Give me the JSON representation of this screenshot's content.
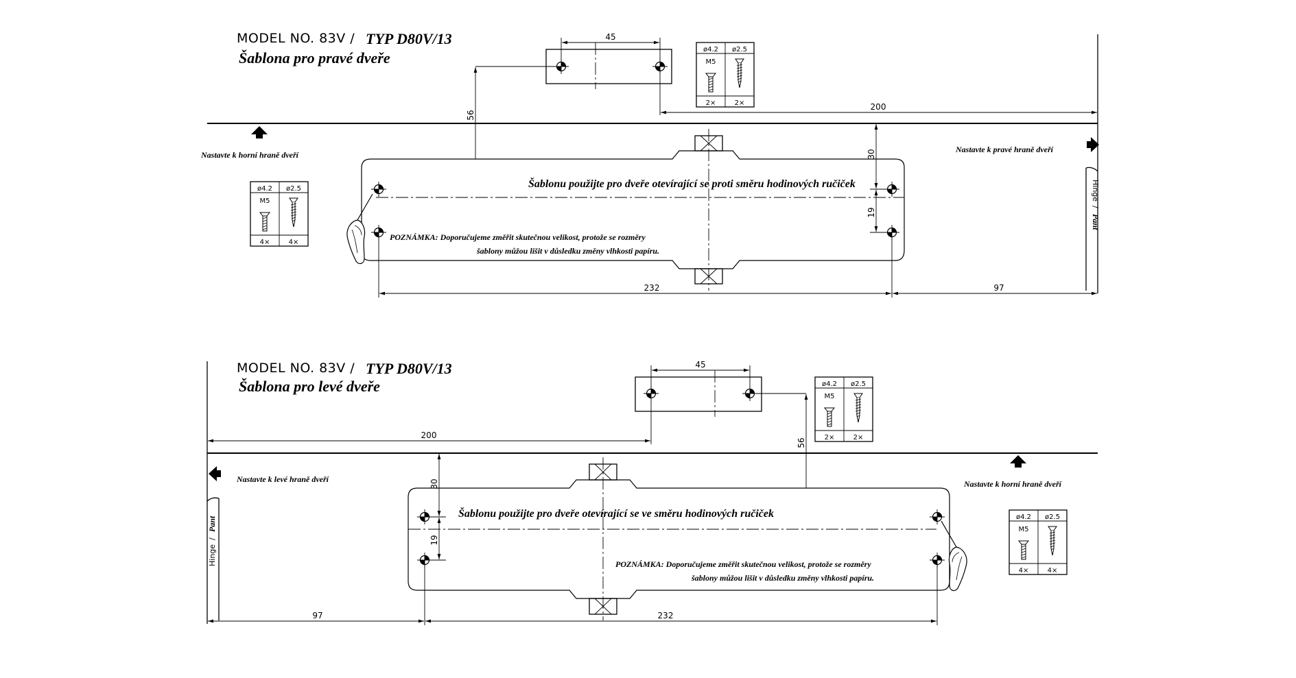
{
  "templates": [
    {
      "model_label": "MODEL NO. 83V /",
      "type_label": "TYP D80V/13",
      "subtitle": "Šablona pro pravé dveře",
      "dims": {
        "bracket_width": "45",
        "offset_to_edge": "200",
        "vertical_drop": "56",
        "top_offset": "30",
        "hole_spacing": "19",
        "body_length": "232",
        "edge_offset": "97"
      },
      "screw_table_bracket": {
        "d1": "ø4.2",
        "d2": "ø2.5",
        "thread": "M5",
        "qty1": "2×",
        "qty2": "2×"
      },
      "screw_table_body": {
        "d1": "ø4.2",
        "d2": "ø2.5",
        "thread": "M5",
        "qty1": "4×",
        "qty2": "4×"
      },
      "instruction_top": "Nastavte k horní hraně dveří",
      "instruction_side": "Nastavte k pravé hraně dveří",
      "usage_text": "Šablonu použijte pro dveře otevírající se proti směru hodinových ručiček",
      "note_line1": "POZNÁMKA: Doporučujeme změřit skutečnou velikost, protože se rozměry",
      "note_line2": "šablony můžou lišit v důsledku změny vlhkosti papíru.",
      "hinge_label": "Hinge",
      "hinge_sep": "/",
      "hinge_label_cz": "Pant"
    },
    {
      "model_label": "MODEL NO. 83V /",
      "type_label": "TYP D80V/13",
      "subtitle": "Šablona pro levé dveře",
      "dims": {
        "bracket_width": "45",
        "offset_to_edge": "200",
        "vertical_drop": "56",
        "top_offset": "30",
        "hole_spacing": "19",
        "body_length": "232",
        "edge_offset": "97"
      },
      "screw_table_bracket": {
        "d1": "ø4.2",
        "d2": "ø2.5",
        "thread": "M5",
        "qty1": "2×",
        "qty2": "2×"
      },
      "screw_table_body": {
        "d1": "ø4.2",
        "d2": "ø2.5",
        "thread": "M5",
        "qty1": "4×",
        "qty2": "4×"
      },
      "instruction_top": "Nastavte k horní hraně dveří",
      "instruction_side": "Nastavte k levé hraně dveří",
      "usage_text": "Šablonu použijte pro dveře otevírající se ve směru hodinových ručiček",
      "note_line1": "POZNÁMKA: Doporučujeme změřit skutečnou velikost, protože se rozměry",
      "note_line2": "šablony můžou lišit v důsledku změny vlhkosti papíru.",
      "hinge_label": "Hinge",
      "hinge_sep": "/",
      "hinge_label_cz": "Pant"
    }
  ]
}
